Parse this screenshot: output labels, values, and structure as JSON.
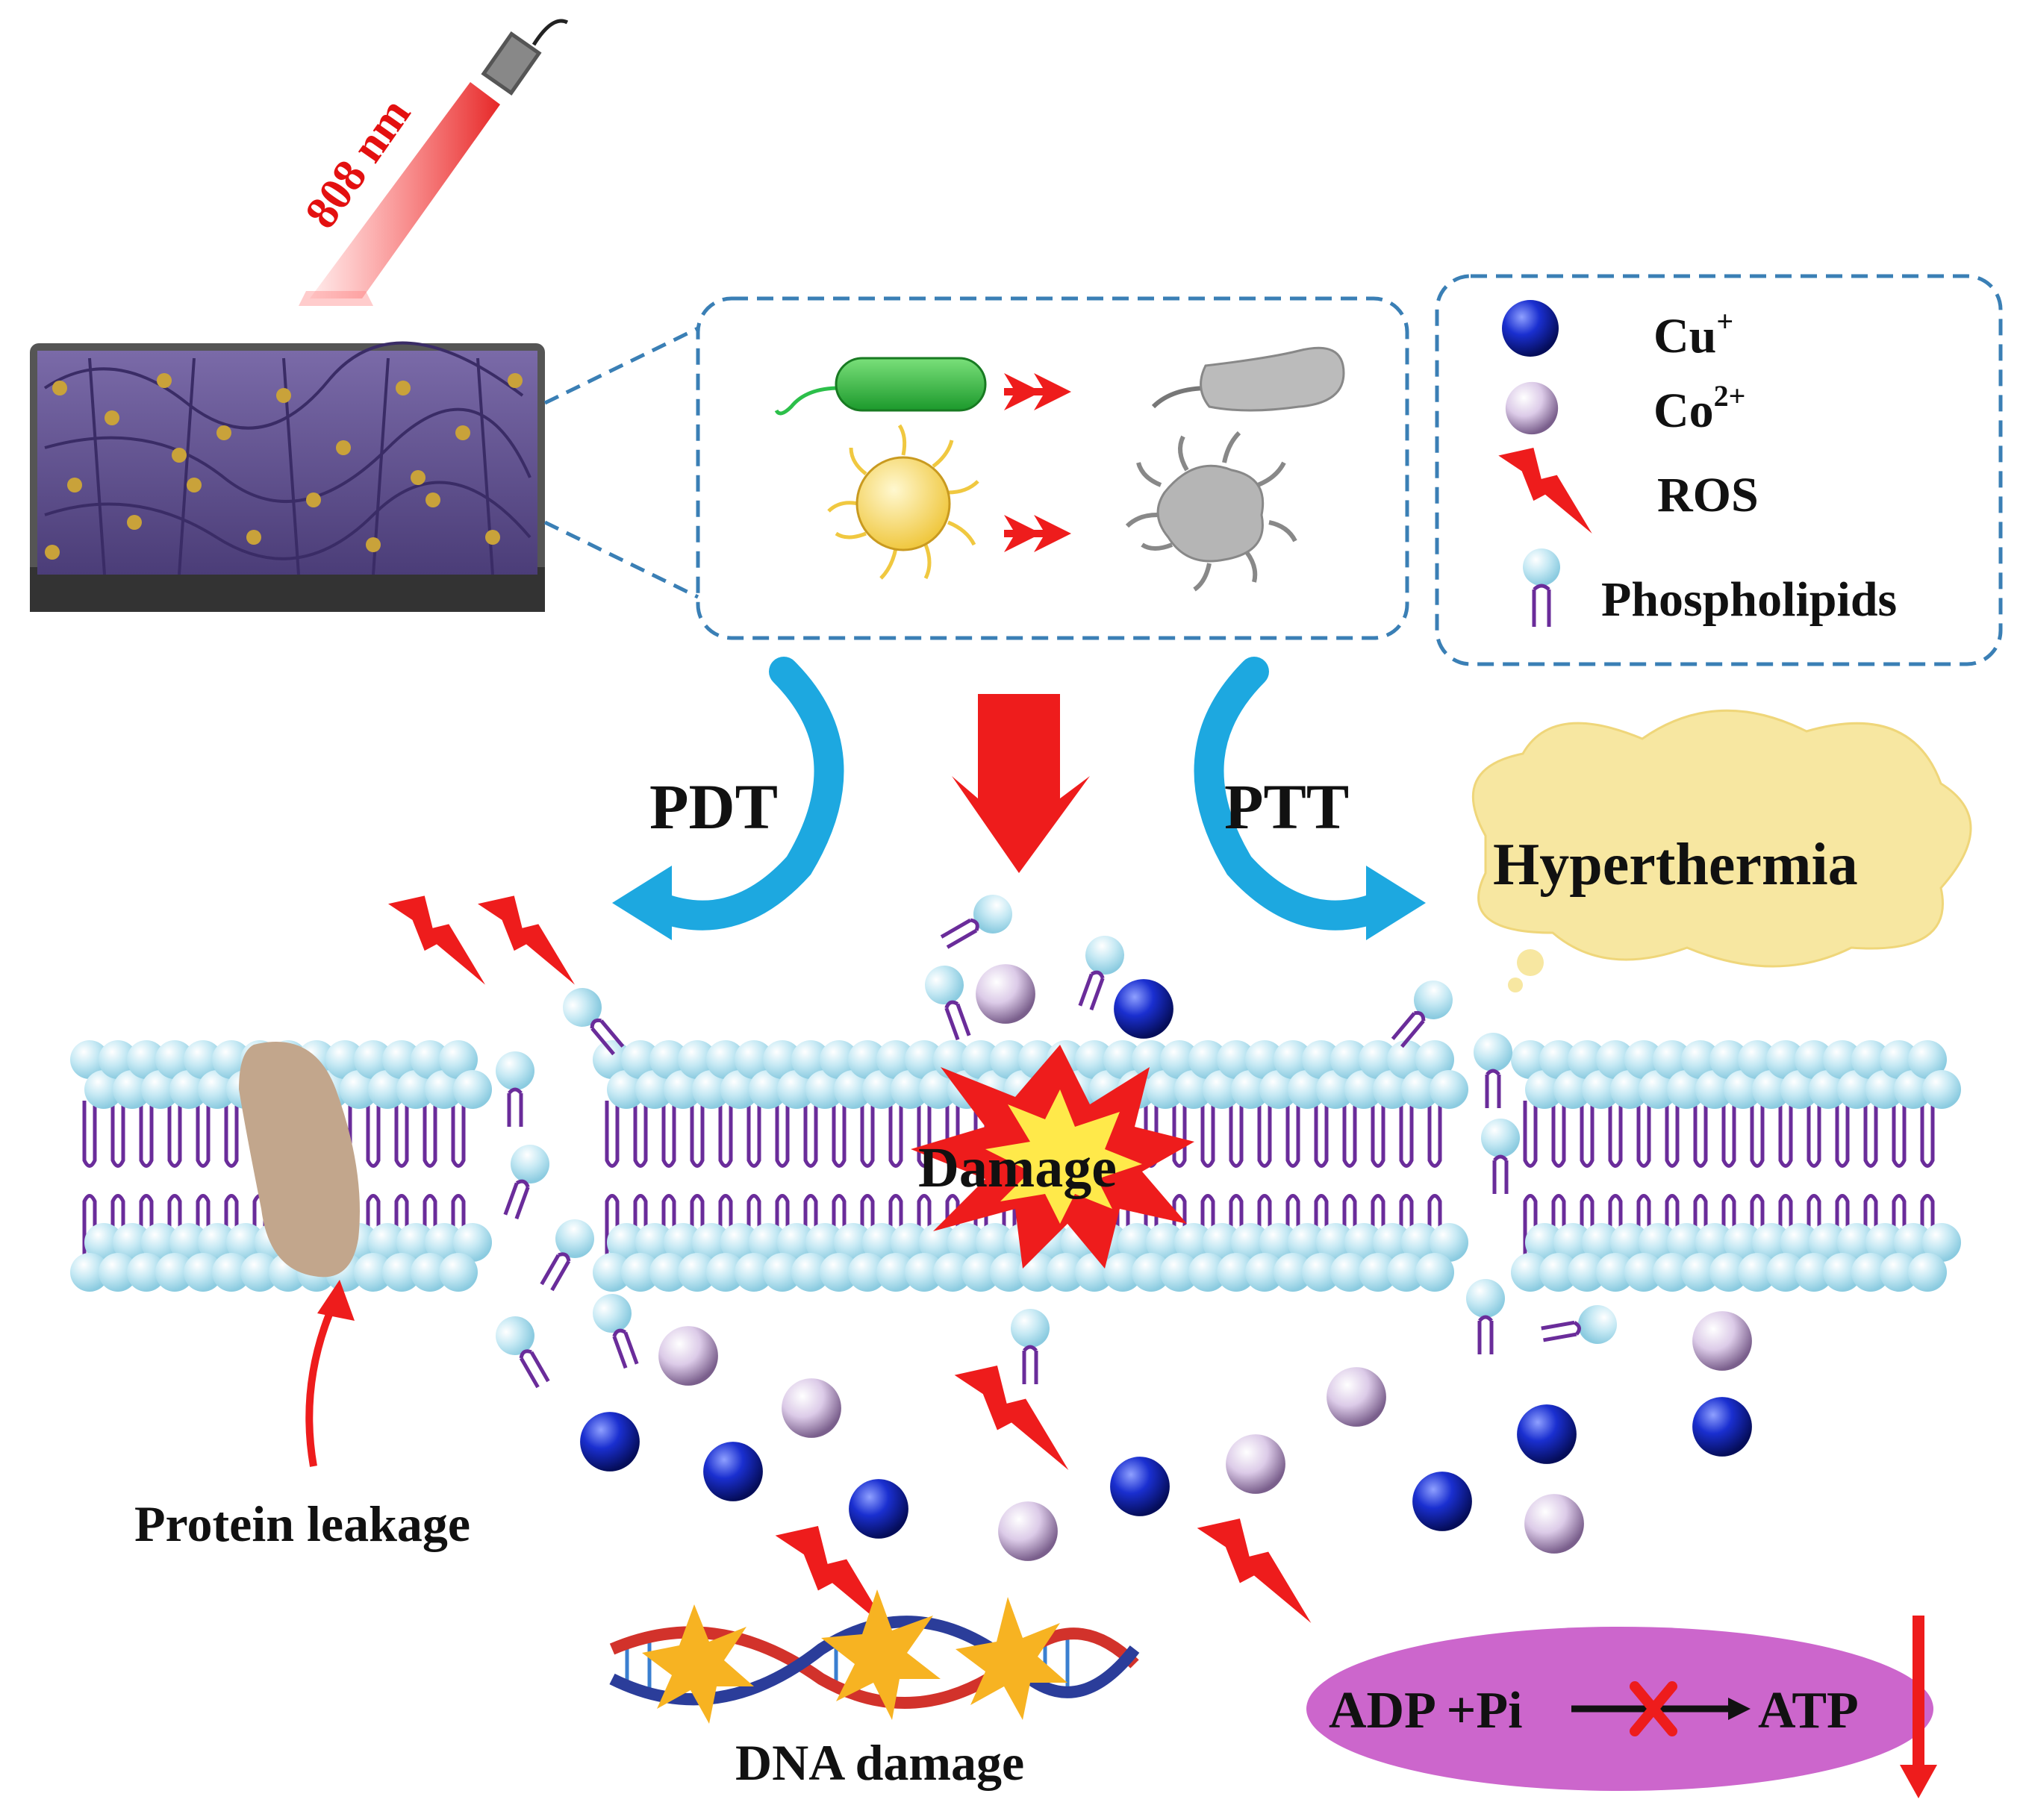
{
  "laser": {
    "wavelength_label": "808 nm"
  },
  "legend": {
    "items": [
      {
        "icon": "cu-ion-sphere",
        "label": "Cu",
        "superscript": "+"
      },
      {
        "icon": "co-ion-sphere",
        "label": "Co",
        "superscript": "2+"
      },
      {
        "icon": "ros-bolt",
        "label": "ROS"
      },
      {
        "icon": "phospholipid",
        "label": "Phospholipids"
      }
    ]
  },
  "pathways": {
    "pdt_label": "PDT",
    "ptt_label": "PTT"
  },
  "hyperthermia_label": "Hyperthermia",
  "damage_label": "Damage",
  "protein_leakage_label": "Protein leakage",
  "dna_damage_label": "DNA damage",
  "atp": {
    "reactants": "ADP +Pi",
    "product": "ATP"
  },
  "colors": {
    "cu_ion": "#0a1fa8",
    "co_ion": "#d9c6e6",
    "ros": "#ee1c1c",
    "lipid_head": "#bfe6f2",
    "lipid_tail": "#6a2c9a",
    "pdt_arrow": "#1da8e0",
    "atp_ellipse": "#cc66cc",
    "hyperthermia_cloud": "#f7e7a1",
    "dashed_box": "#3a7fb5"
  }
}
